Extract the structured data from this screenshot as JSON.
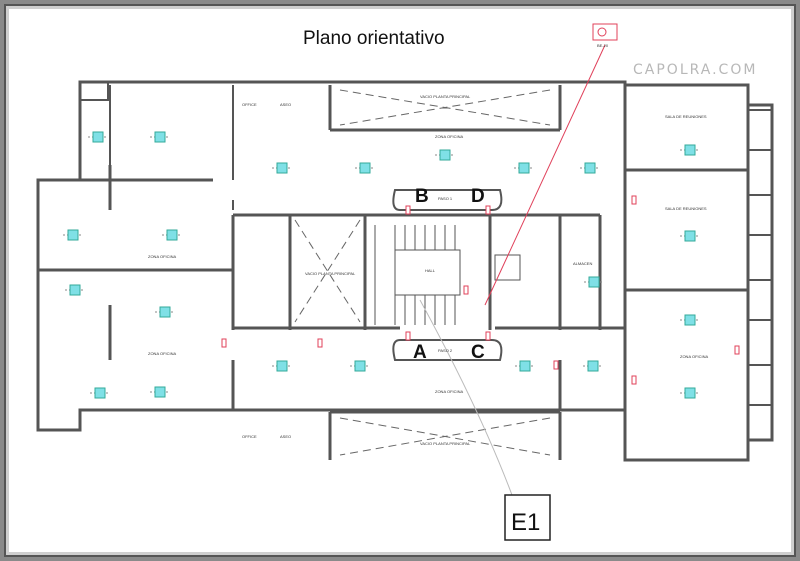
{
  "title": "Plano orientativo",
  "brand": "CAPOLRA.COM",
  "legend_symbol": "BE-20",
  "door_markers": [
    "A",
    "B",
    "C",
    "D"
  ],
  "callout": "E1",
  "rooms": {
    "office": "OFFICE",
    "aseo": "ASEO",
    "vacio": "VACIO PLANTA PRINCIPAL",
    "zona": "ZONA OFICINA",
    "paso1": "PASO 1",
    "paso2": "PASO 2",
    "almacen": "ALMACEN",
    "sala": "SALA DE REUNIONES",
    "hall": "HALL"
  },
  "colors": {
    "light": "#7fe0e6",
    "emergency": "#e0405a",
    "wall": "#555555",
    "callout_line": "#e0405a"
  }
}
